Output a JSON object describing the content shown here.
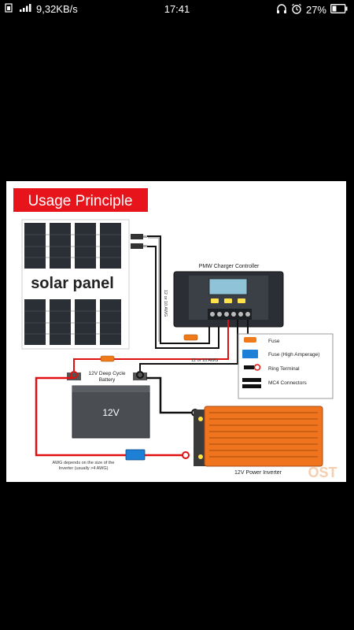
{
  "status_bar": {
    "network_speed": "9,32KB/s",
    "time": "17:41",
    "battery_percent": "27%"
  },
  "diagram": {
    "title": "Usage Principle",
    "solar_panel_label": "solar panel",
    "controller_label": "PMW Charger Controller",
    "wire_awg_vertical": "12 or 10 AWG",
    "wire_awg_horizontal": "12 or 10 AWG",
    "battery_label_line1": "12V Deep Cycle",
    "battery_label_line2": "Battery",
    "battery_voltage": "12V",
    "awg_note_line1": "AWG depends on the size of the",
    "awg_note_line2": "Inverter (usually >4 AWG)",
    "inverter_label": "12V Power Inverter",
    "watermark": "OST",
    "legend": [
      {
        "label": "Fuse",
        "icon": "fuse-icon"
      },
      {
        "label": "Fuse (High Amperage)",
        "icon": "high-amperage-fuse-icon"
      },
      {
        "label": "Ring Terminal",
        "icon": "ring-terminal-icon"
      },
      {
        "label": "MC4 Connectors",
        "icon": "mc4-connector-icon"
      }
    ],
    "colors": {
      "title_bg": "#e8141c",
      "wire_red": "#e01010",
      "wire_black": "#111111",
      "fuse_orange": "#f07a1a",
      "fuse_blue": "#1e7fd6",
      "inverter_orange": "#f0731e",
      "controller_screen": "#8fc3d8"
    }
  }
}
